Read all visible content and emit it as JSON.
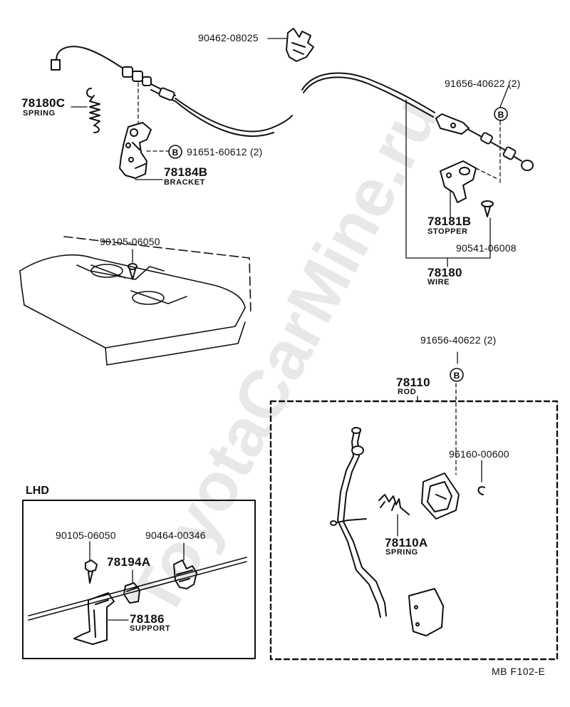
{
  "labels": {
    "p_90462_08025": "90462-08025",
    "p_78180c": "78180C",
    "c_spring_a": "SPRING",
    "p_91651_60612": "91651-60612 (2)",
    "p_78184b": "78184B",
    "c_bracket": "BRACKET",
    "p_91656_40622_top": "91656-40622 (2)",
    "p_78181b": "78181B",
    "c_stopper": "STOPPER",
    "p_90541_06008": "90541-06008",
    "p_78180": "78180",
    "c_wire": "WIRE",
    "p_90105_06050_top": "90105-06050",
    "p_91656_40622_mid": "91656-40622 (2)",
    "p_78110": "78110",
    "c_rod": "ROD",
    "p_96160_00600": "96160-00600",
    "p_78110a": "78110A",
    "c_spring_b": "SPRING",
    "lhd": "LHD",
    "p_90105_06050_lhd": "90105-06050",
    "p_90464_00346": "90464-00346",
    "p_78194a": "78194A",
    "p_78186": "78186",
    "c_support": "SUPPORT",
    "ref_code": "MB  F102-E",
    "bolt_mark": "B"
  },
  "watermark": "ToyotaCarMine.ru"
}
